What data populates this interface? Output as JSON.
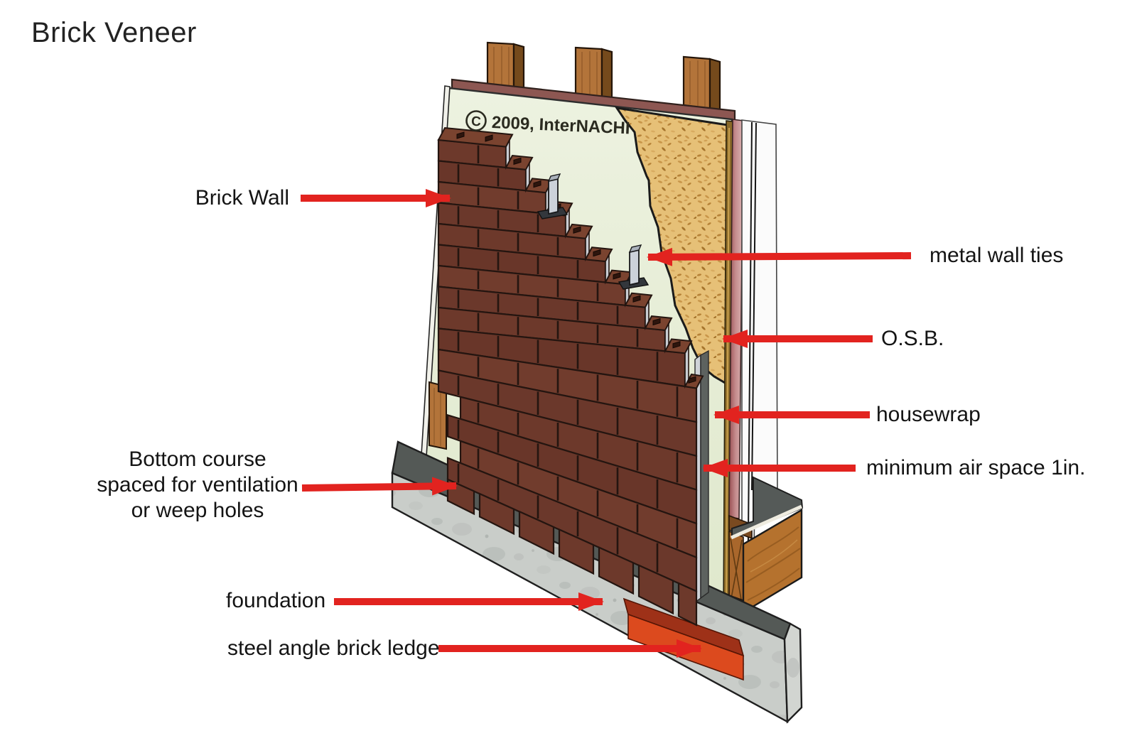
{
  "title": "Brick Veneer",
  "copyright": {
    "symbol": "C",
    "text": "2009, InterNACHI"
  },
  "labels": {
    "brick_wall": "Brick Wall",
    "metal_wall_ties": "metal wall ties",
    "osb": "O.S.B.",
    "housewrap": "housewrap",
    "air_space": "minimum air space 1in.",
    "bottom_course": [
      "Bottom course",
      "spaced for ventilation",
      "or weep holes"
    ],
    "foundation": "foundation",
    "steel_angle": "steel angle brick ledge"
  },
  "colors": {
    "arrow": "#e2231f",
    "brick_palette": [
      "#6d392b",
      "#693629",
      "#713c2d",
      "#6b382b"
    ],
    "brick_joint": "#241510",
    "brick_tread": "#7a432f",
    "brick_hole": "#2e150d",
    "brick_end_sliver": "#c9cdd3",
    "housewrap_panel": "#eaf0db",
    "osb": "#e6c077",
    "foundation_concrete": "#c9cdc9",
    "foundation_top": "#545956",
    "steel_flange": "#9e3118",
    "steel_leg": "#dc4a1e",
    "wood_stud": "#b3743a",
    "band": "#8d5752",
    "tie_metal": "#ccd2da"
  }
}
